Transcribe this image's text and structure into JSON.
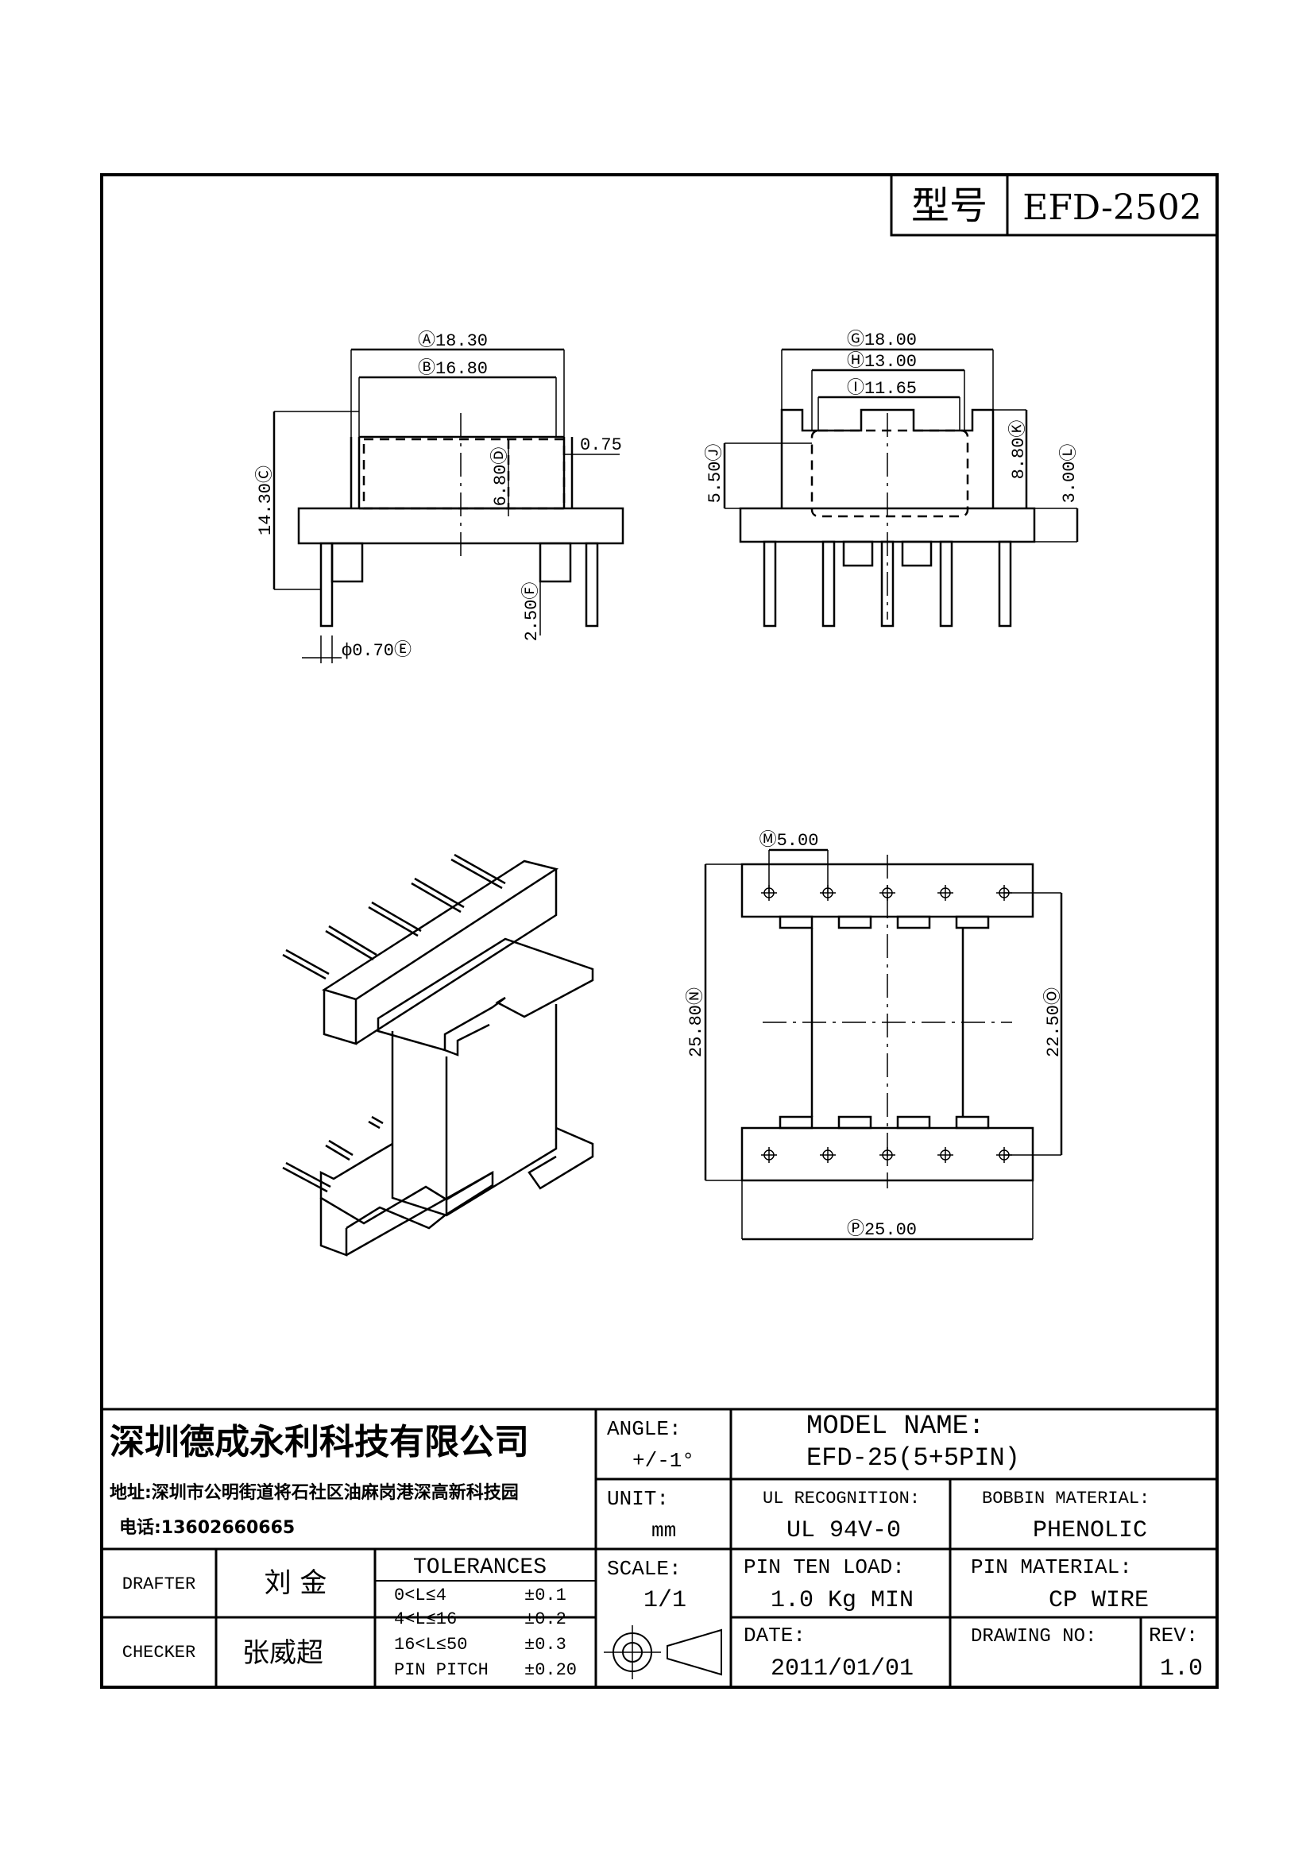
{
  "title_box": {
    "label": "型号",
    "model": "EFD-2502"
  },
  "dimensions": {
    "front": {
      "A": "Ⓐ18.30",
      "B": "Ⓑ16.80",
      "C": "14.30Ⓒ",
      "D": "6.80Ⓓ",
      "flange": "0.75",
      "F": "2.50Ⓕ",
      "E": "ф0.70Ⓔ"
    },
    "side": {
      "G": "Ⓖ18.00",
      "H": "Ⓗ13.00",
      "I": "Ⓘ11.65",
      "J": "5.50Ⓙ",
      "K": "8.80Ⓚ",
      "L": "3.00Ⓛ"
    },
    "top": {
      "M": "Ⓜ5.00",
      "N": "25.80Ⓝ",
      "O": "22.50Ⓞ",
      "P": "Ⓟ25.00"
    }
  },
  "company": {
    "name": "深圳德成永利科技有限公司",
    "address": "地址:深圳市公明街道将石社区油麻岗港深高新科技园",
    "phone": "电话:13602660665"
  },
  "angle": {
    "label": "ANGLE:",
    "value": "+/-1°"
  },
  "model_name": {
    "label": "MODEL NAME:",
    "value": "EFD-25(5+5PIN)"
  },
  "unit": {
    "label": "UNIT:",
    "value": "mm"
  },
  "ul": {
    "label": "UL RECOGNITION:",
    "value": "UL 94V-0"
  },
  "bobbin_material": {
    "label": "BOBBIN MATERIAL:",
    "value": "PHENOLIC"
  },
  "drafter": {
    "label": "DRAFTER",
    "name": "刘 金"
  },
  "checker": {
    "label": "CHECKER",
    "name": "张威超"
  },
  "tolerances": {
    "title": "TOLERANCES",
    "rows": [
      {
        "range": "0<L≤4",
        "value": "±0.1"
      },
      {
        "range": "4<L≤16",
        "value": "±0.2"
      },
      {
        "range": "16<L≤50",
        "value": "±0.3"
      },
      {
        "range": "PIN PITCH",
        "value": "±0.20"
      }
    ]
  },
  "scale": {
    "label": "SCALE:",
    "value": "1/1"
  },
  "pin_ten_load": {
    "label": "PIN TEN LOAD:",
    "value": "1.0 Kg MIN"
  },
  "pin_material": {
    "label": "PIN MATERIAL:",
    "value": "CP WIRE"
  },
  "date": {
    "label": "DATE:",
    "value": "2011/01/01"
  },
  "drawing_no": {
    "label": "DRAWING NO:",
    "value": ""
  },
  "rev": {
    "label": "REV:",
    "value": "1.0"
  }
}
